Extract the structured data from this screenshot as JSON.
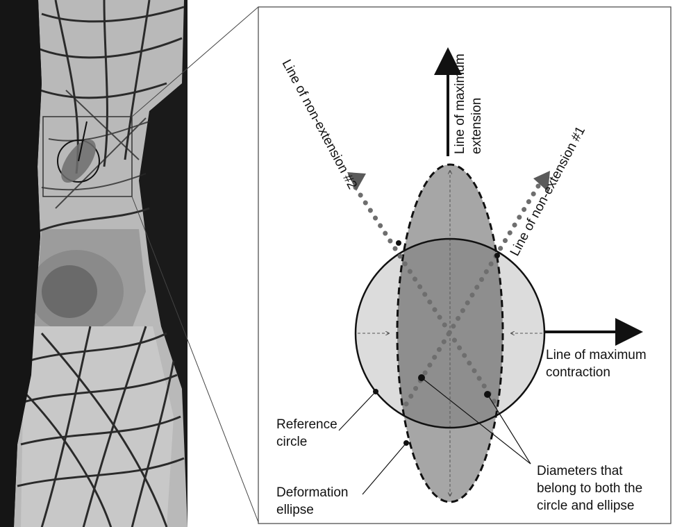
{
  "labels": {
    "max_extension": [
      "Line  of maximum",
      "extension"
    ],
    "non_extension_1": "Line of non-extension #1",
    "non_extension_2": "Line of non-extension #2",
    "max_contraction": [
      "Line of maximum",
      "contraction"
    ],
    "reference_circle": [
      "Reference",
      "circle"
    ],
    "deformation_ellipse": [
      "Deformation",
      "ellipse"
    ],
    "diameters": [
      "Diameters that",
      "belong to both the",
      "circle and ellipse"
    ]
  },
  "colors": {
    "ellipse_fill": "#a6a6a6",
    "circle_fill": "#dcdcdc",
    "overlap_fill": "#8e8e8e",
    "dotted_line": "#6e6e6e",
    "arrow_head_gray": "#5a5a5a",
    "outline": "#111111"
  },
  "photo": {
    "description_icon": "grayscale-photo-of-knee-with-grid-markings"
  }
}
